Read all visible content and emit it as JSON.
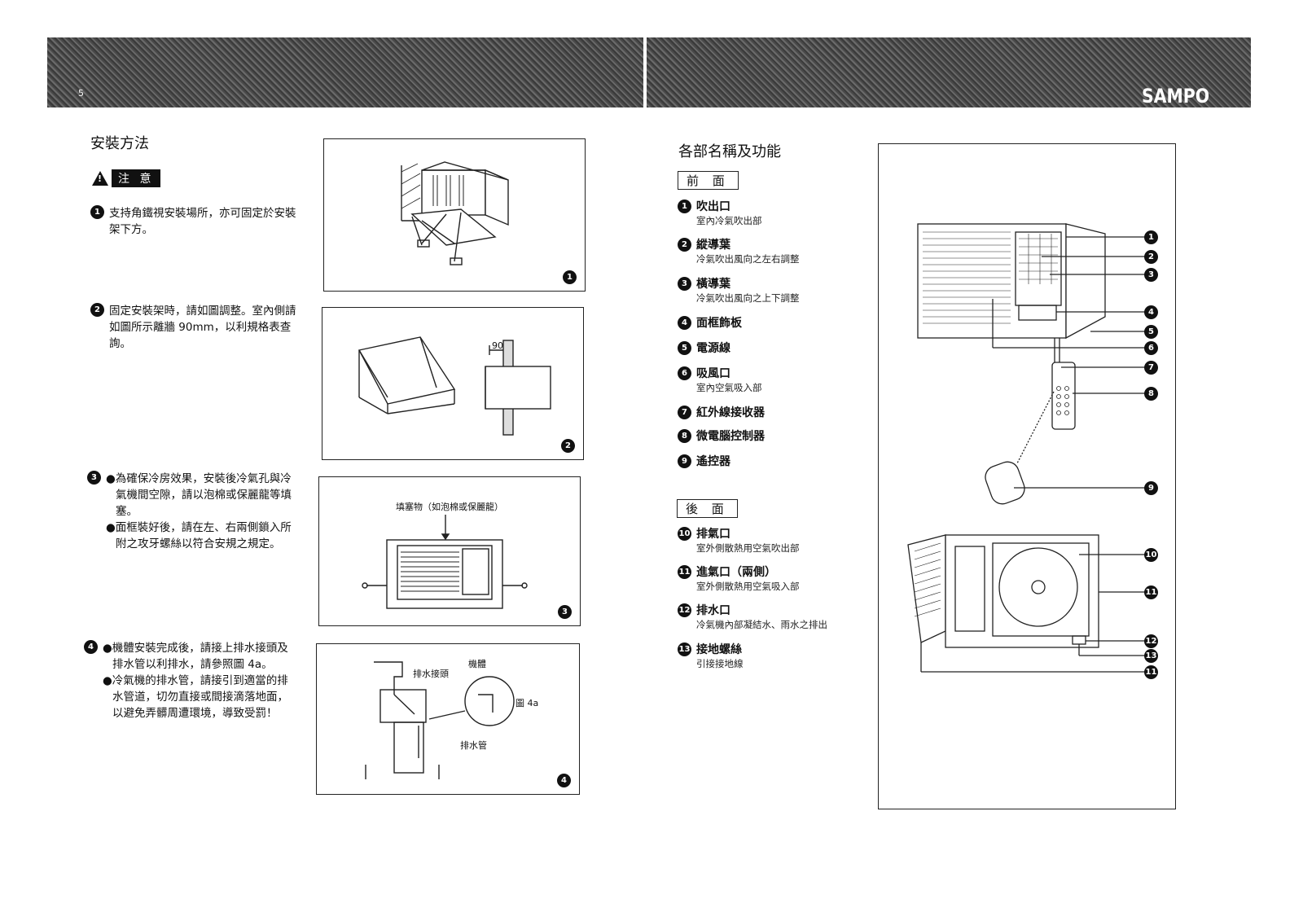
{
  "header": {
    "page_number": "5",
    "brand": "SAMPO"
  },
  "left": {
    "title": "安裝方法",
    "caution_mark": "!",
    "caution": "注 意",
    "steps": [
      {
        "num": "1",
        "lines": [
          "支持角鐵視安裝場所，亦可固定於安裝架下方。"
        ]
      },
      {
        "num": "2",
        "lines": [
          "固定安裝架時，請如圖調整。室內側請如圖所示離牆 90mm，以利規格表查詢。"
        ]
      },
      {
        "num": "3",
        "lines": [
          "●為確保冷房效果，安裝後冷氣孔與冷氣機間空隙，請以泡棉或保麗龍等填塞。",
          "●面框裝好後，請在左、右兩側鎖入所附之攻牙螺絲以符合安規之規定。"
        ]
      },
      {
        "num": "4",
        "lines": [
          "●機體安裝完成後，請接上排水接頭及排水管以利排水，請參照圖 4a。",
          "●冷氣機的排水管，請接引到適當的排水管道，切勿直接或間接滴落地面，以避免弄髒周遭環境，導致受罰！"
        ]
      }
    ],
    "figures": {
      "fig1_num": "1",
      "fig2_num": "2",
      "fig2_dim": "90",
      "fig3_num": "3",
      "fig3_label": "填塞物（如泡棉或保麗龍）",
      "fig4_num": "4",
      "fig4_body": "機體",
      "fig4_joint": "排水接頭",
      "fig4_a": "圖 4a",
      "fig4_pipe": "排水管"
    }
  },
  "right": {
    "title": "各部名稱及功能",
    "front_label": "前 面",
    "rear_label": "後 面",
    "front_parts": [
      {
        "num": "1",
        "name": "吹出口",
        "desc": "室內冷氣吹出部"
      },
      {
        "num": "2",
        "name": "縱導葉",
        "desc": "冷氣吹出風向之左右調整"
      },
      {
        "num": "3",
        "name": "橫導葉",
        "desc": "冷氣吹出風向之上下調整"
      },
      {
        "num": "4",
        "name": "面框飾板",
        "desc": ""
      },
      {
        "num": "5",
        "name": "電源線",
        "desc": ""
      },
      {
        "num": "6",
        "name": "吸風口",
        "desc": "室內空氣吸入部"
      },
      {
        "num": "7",
        "name": "紅外線接收器",
        "desc": ""
      },
      {
        "num": "8",
        "name": "微電腦控制器",
        "desc": ""
      },
      {
        "num": "9",
        "name": "遙控器",
        "desc": ""
      }
    ],
    "rear_parts": [
      {
        "num": "10",
        "name": "排氣口",
        "desc": "室外側散熱用空氣吹出部"
      },
      {
        "num": "11",
        "name": "進氣口（兩側）",
        "desc": "室外側散熱用空氣吸入部"
      },
      {
        "num": "12",
        "name": "排水口",
        "desc": "冷氣機內部凝結水、雨水之排出"
      },
      {
        "num": "13",
        "name": "接地螺絲",
        "desc": "引接接地線"
      }
    ],
    "callouts": [
      "1",
      "2",
      "3",
      "4",
      "5",
      "6",
      "7",
      "8",
      "9",
      "10",
      "11",
      "12",
      "13",
      "11"
    ]
  }
}
